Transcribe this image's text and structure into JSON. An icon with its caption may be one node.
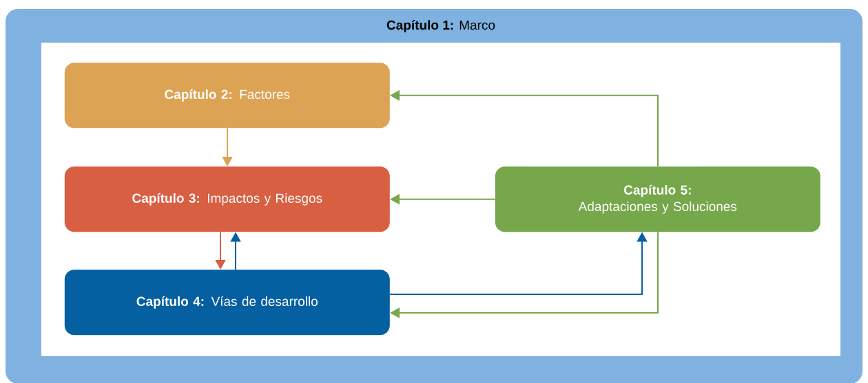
{
  "diagram": {
    "nodes": [
      {
        "text": [
          "**Capítulo 1:** Marco"
        ]
      },
      {
        "text": [
          "**Capítulo 2:** Factores"
        ],
        "in": 0
      },
      {
        "text": [
          "**Capítulo 3:** Impactos y Riesgos"
        ],
        "in": 0
      },
      {
        "text": [
          "**Capítulo 4:** Vías de desarrollo"
        ],
        "in": 0
      },
      {
        "text": [
          "Capítulo 5:",
          "Adaptaciones y Soluciones"
        ],
        "in": 0
      }
    ],
    "edges": [
      {
        "from": 1,
        "to": 2,
        "arrow": "to",
        "color": "#dda354"
      },
      {
        "from": 2,
        "to": 3,
        "arrow": "to",
        "color": "#d95f43"
      },
      {
        "from": 3,
        "to": 2,
        "arrow": "to",
        "color": "#0560a1"
      },
      {
        "from": 3,
        "to": 4,
        "arrow": "to",
        "color": "#0560a1"
      },
      {
        "from": 4,
        "to": 2,
        "arrow": "to"
      },
      {
        "from": 4,
        "to": 1,
        "arrow": "to"
      },
      {
        "from": 4,
        "to": 3,
        "arrow": "to"
      }
    ]
  }
}
